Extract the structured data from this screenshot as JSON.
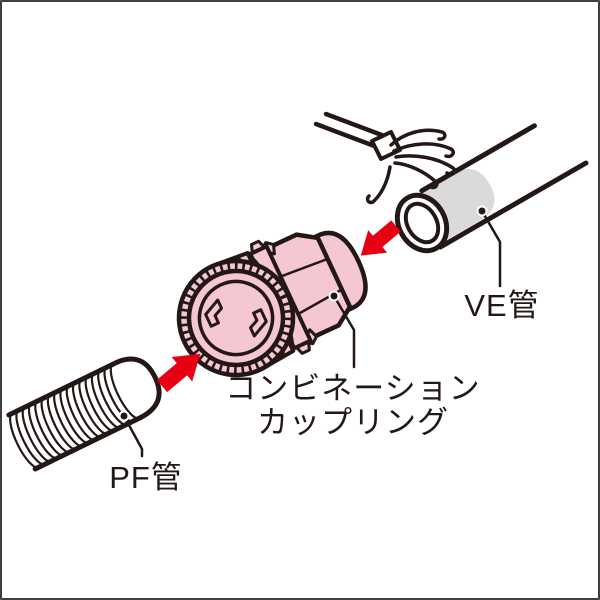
{
  "labels": {
    "pf_pipe": "PF管",
    "ve_pipe": "VE管",
    "coupling_line1": "コンビネーション",
    "coupling_line2": "カップリング"
  },
  "shapes": {
    "pf_pipe": "corrugated-flexible-conduit",
    "ve_pipe": "rigid-conduit-with-wires",
    "coupling": "combination-coupling",
    "left_arrow": "insertion-arrow-up-right",
    "right_arrow": "insertion-arrow-down-left"
  },
  "colors": {
    "coupling_pink": "#f4c7d2",
    "pipe_gray": "#dadada",
    "arrow_red": "#e60012",
    "line_dark": "#231815",
    "frame_gray": "#3f3f3f",
    "background": "#ffffff"
  }
}
